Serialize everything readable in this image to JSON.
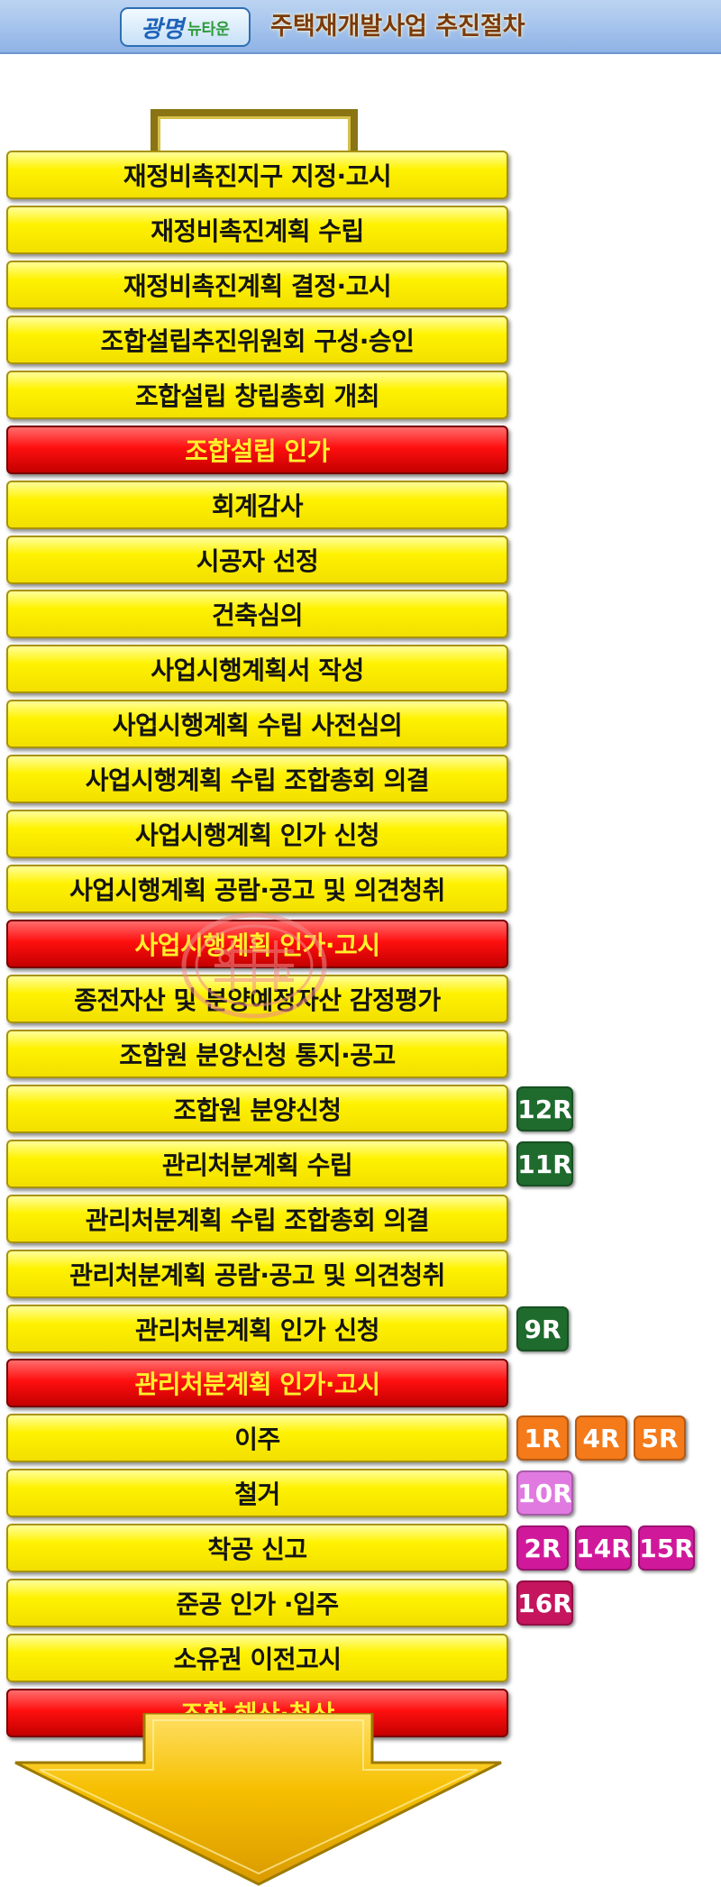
{
  "header": {
    "logo_main": "광명",
    "logo_sub": "뉴타운",
    "title": "주택재개발사업 추진절차"
  },
  "colors": {
    "step_yellow": "#fff200",
    "step_red": "#ff1a1a",
    "red_step_text": "#ffef2c",
    "badge_dark_green": "#1f6b2e",
    "badge_orange": "#f47a1a",
    "badge_pink": "#e07ae0",
    "badge_magenta": "#d0199a",
    "badge_crimson": "#c4155e",
    "arrow_gold": "#f2b400"
  },
  "steps": [
    {
      "label": "재정비촉진지구 지정·고시",
      "style": "yellow",
      "badges": []
    },
    {
      "label": "재정비촉진계획 수립",
      "style": "yellow",
      "badges": []
    },
    {
      "label": "재정비촉진계획 결정·고시",
      "style": "yellow",
      "badges": []
    },
    {
      "label": "조합설립추진위원회 구성·승인",
      "style": "yellow",
      "badges": []
    },
    {
      "label": "조합설립 창립총회 개최",
      "style": "yellow",
      "badges": []
    },
    {
      "label": "조합설립 인가",
      "style": "red",
      "badges": []
    },
    {
      "label": "회계감사",
      "style": "yellow",
      "badges": []
    },
    {
      "label": "시공자 선정",
      "style": "yellow",
      "badges": []
    },
    {
      "label": "건축심의",
      "style": "yellow",
      "badges": []
    },
    {
      "label": "사업시행계획서 작성",
      "style": "yellow",
      "badges": []
    },
    {
      "label": "사업시행계획 수립 사전심의",
      "style": "yellow",
      "badges": []
    },
    {
      "label": "사업시행계획 수립 조합총회 의결",
      "style": "yellow",
      "badges": []
    },
    {
      "label": "사업시행계획 인가 신청",
      "style": "yellow",
      "badges": []
    },
    {
      "label": "사업시행계획 공람·공고 및 의견청취",
      "style": "yellow",
      "badges": []
    },
    {
      "label": "사업시행계획 인가·고시",
      "style": "red",
      "badges": []
    },
    {
      "label": "종전자산 및 분양예정자산 감정평가",
      "style": "yellow",
      "badges": []
    },
    {
      "label": "조합원 분양신청 통지·공고",
      "style": "yellow",
      "badges": []
    },
    {
      "label": "조합원 분양신청",
      "style": "yellow",
      "badges": [
        {
          "label": "12R",
          "color": "dark-green"
        }
      ]
    },
    {
      "label": "관리처분계획 수립",
      "style": "yellow",
      "badges": [
        {
          "label": "11R",
          "color": "dark-green"
        }
      ]
    },
    {
      "label": "관리처분계획 수립 조합총회 의결",
      "style": "yellow",
      "badges": []
    },
    {
      "label": "관리처분계획 공람·공고 및 의견청취",
      "style": "yellow",
      "badges": []
    },
    {
      "label": "관리처분계획 인가 신청",
      "style": "yellow",
      "badges": [
        {
          "label": "9R",
          "color": "dark-green"
        }
      ]
    },
    {
      "label": "관리처분계획 인가·고시",
      "style": "red",
      "badges": []
    },
    {
      "label": "이주",
      "style": "yellow",
      "badges": [
        {
          "label": "1R",
          "color": "orange"
        },
        {
          "label": "4R",
          "color": "orange"
        },
        {
          "label": "5R",
          "color": "orange"
        }
      ]
    },
    {
      "label": "철거",
      "style": "yellow",
      "badges": [
        {
          "label": "10R",
          "color": "pink"
        }
      ]
    },
    {
      "label": "착공 신고",
      "style": "yellow",
      "badges": [
        {
          "label": "2R",
          "color": "magenta"
        },
        {
          "label": "14R",
          "color": "magenta"
        },
        {
          "label": "15R",
          "color": "magenta"
        }
      ]
    },
    {
      "label": "준공 인가 ·입주",
      "style": "yellow",
      "badges": [
        {
          "label": "16R",
          "color": "crimson"
        }
      ]
    },
    {
      "label": "소유권 이전고시",
      "style": "yellow",
      "badges": []
    },
    {
      "label": "조합 해산·청산",
      "style": "red",
      "badges": []
    }
  ]
}
